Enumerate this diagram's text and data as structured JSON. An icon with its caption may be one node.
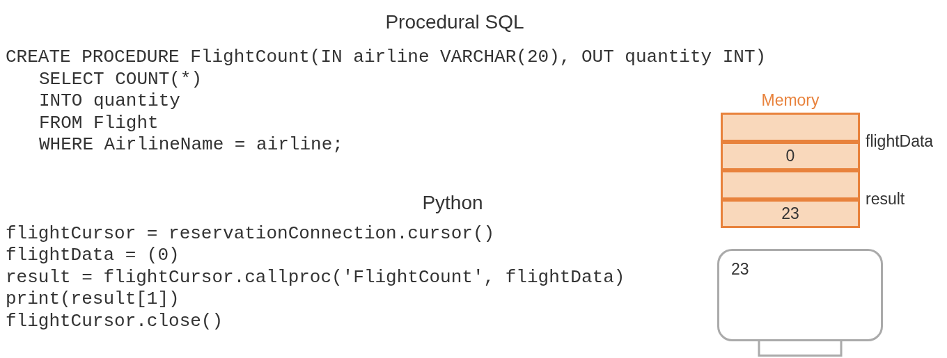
{
  "diagram": {
    "title": "Procedural SQL",
    "nodes": [
      {
        "text": [
          "Memory"
        ]
      },
      {
        "text": [],
        "shape": "box",
        "in": 0
      },
      {
        "text": [
          "0"
        ],
        "in": 0
      },
      {
        "text": [],
        "shape": "box",
        "in": 0
      },
      {
        "text": [
          "23"
        ],
        "in": 0
      },
      {
        "text": [
          "23"
        ]
      }
    ],
    "edges": [],
    "labels": [
      "CREATE PROCEDURE FlightCount(IN airline VARCHAR(20), OUT quantity INT)",
      "SELECT COUNT(*)",
      "INTO quantity",
      "FROM Flight",
      "WHERE AirlineName = airline;",
      "Python",
      "flightCursor = reservationConnection.cursor()",
      "flightData = (0)",
      "result = flightCursor.callproc('FlightCount', flightData)",
      "print(result[1])",
      "flightCursor.close()",
      "flightData",
      "result"
    ]
  }
}
